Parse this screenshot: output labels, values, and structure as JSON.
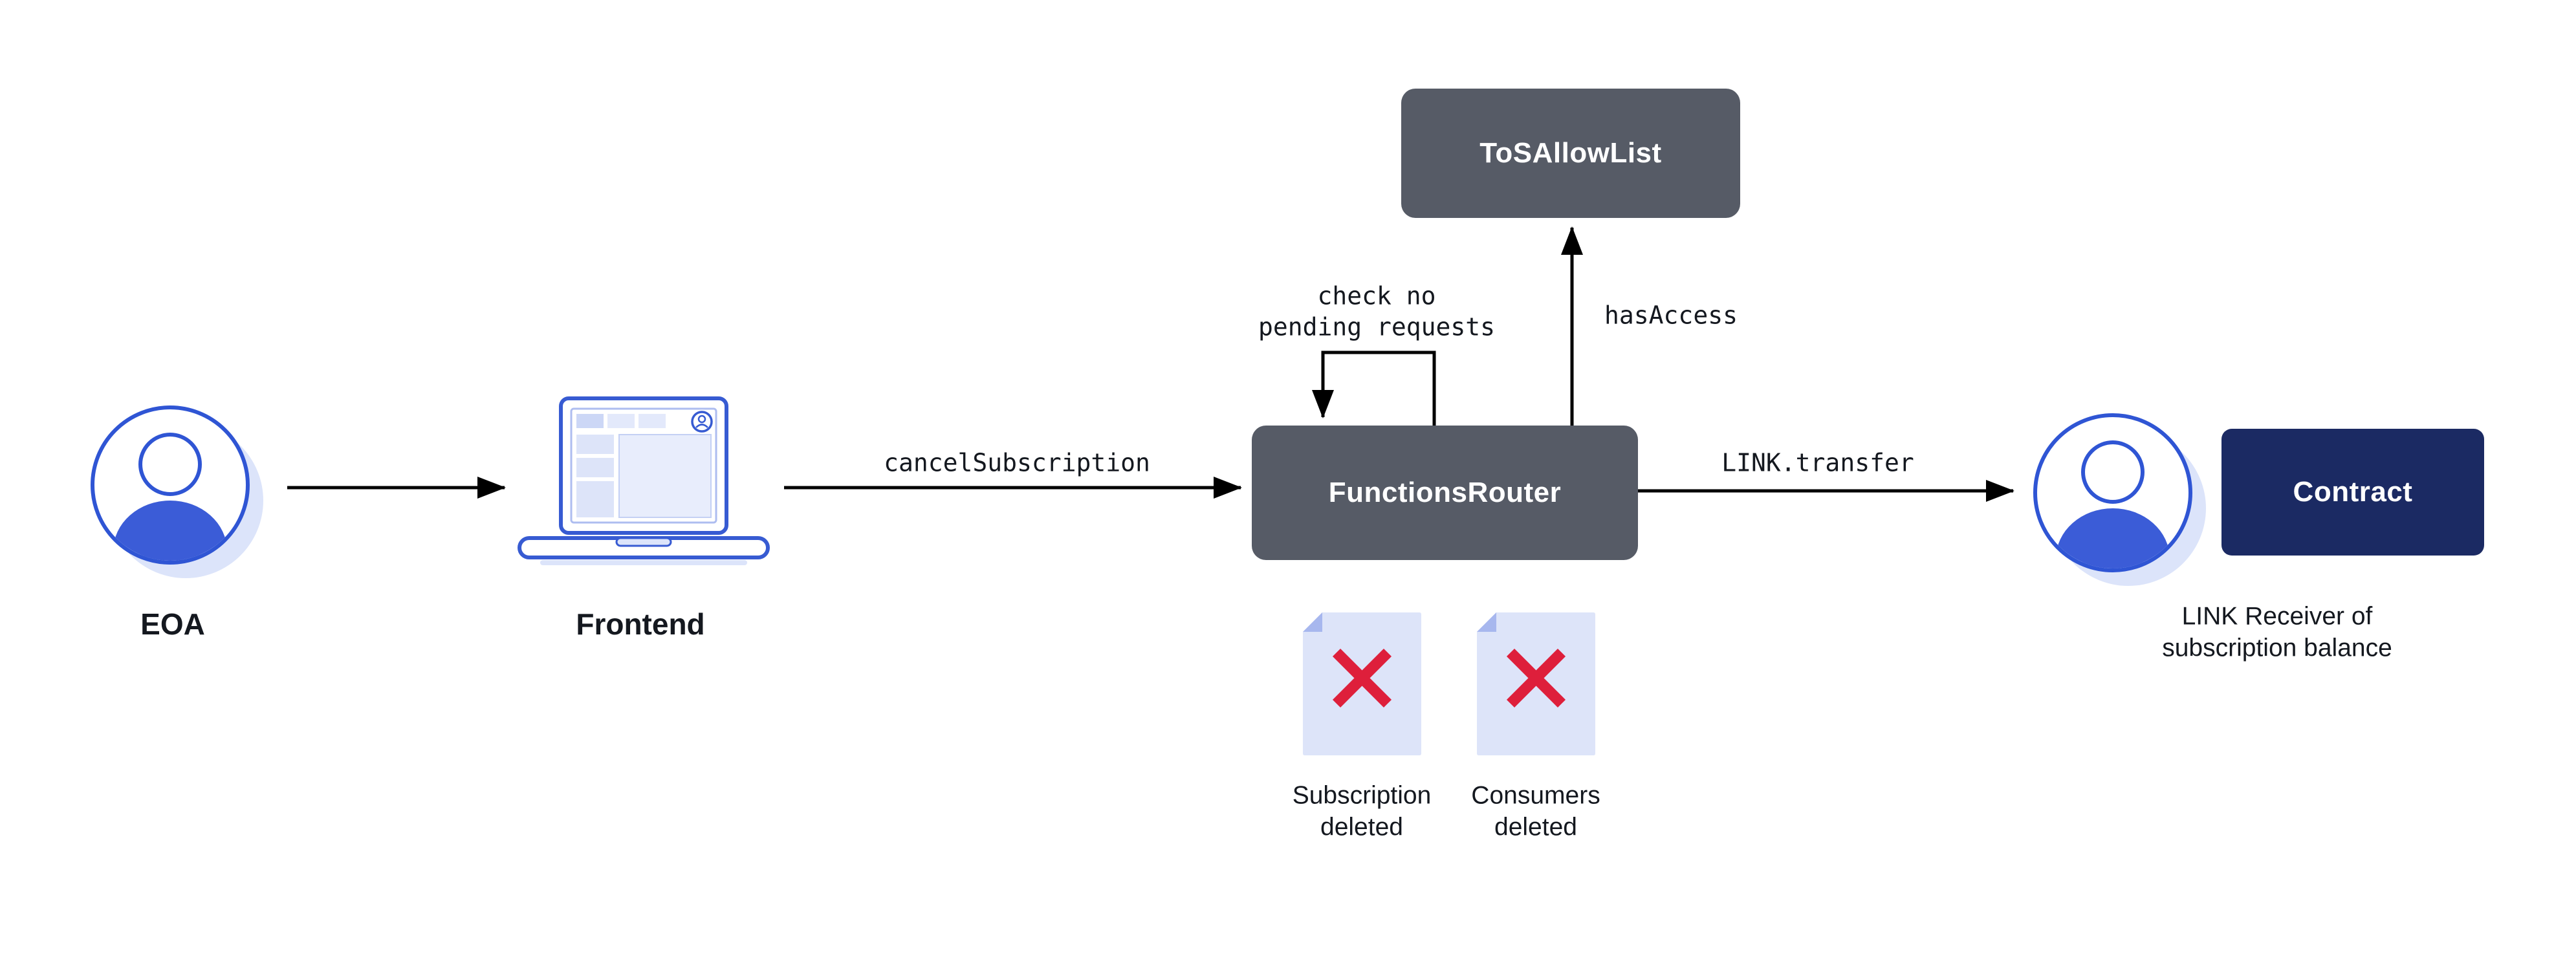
{
  "nodes": {
    "eoa": {
      "label": "EOA"
    },
    "frontend": {
      "label": "Frontend"
    },
    "functions_router": {
      "label": "FunctionsRouter"
    },
    "tos_allow_list": {
      "label": "ToSAllowList"
    },
    "contract": {
      "label": "Contract"
    },
    "receiver": {
      "caption_line1": "LINK Receiver of",
      "caption_line2": "subscription balance"
    }
  },
  "edges": {
    "frontend_to_router": {
      "label": "cancelSubscription"
    },
    "router_self_loop": {
      "label_line1": "check no",
      "label_line2": "pending requests"
    },
    "router_to_tos": {
      "label": "hasAccess"
    },
    "router_to_receiver": {
      "label": "LINK.transfer"
    }
  },
  "artifacts": {
    "subscription_deleted": {
      "label_line1": "Subscription",
      "label_line2": "deleted"
    },
    "consumers_deleted": {
      "label_line1": "Consumers",
      "label_line2": "deleted"
    }
  },
  "icons": {
    "eoa": "person-avatar-icon",
    "frontend": "laptop-icon",
    "receiver": "person-avatar-icon",
    "deleted_docs": "document-with-red-x-icon"
  },
  "colors": {
    "box_gray": "#565b66",
    "box_navy": "#1b2a63",
    "chainlink_blue": "#375bd2",
    "shadow_blue": "#dce4fa",
    "doc_fill": "#dde4f9",
    "doc_fold": "#a7b7ee",
    "red_x": "#de1f3b",
    "arrow": "#000000"
  }
}
